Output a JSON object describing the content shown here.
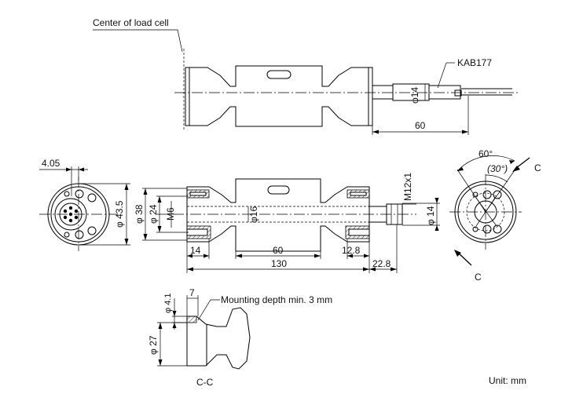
{
  "labels": {
    "center_of_load_cell": "Center of load cell",
    "cable": "KAB177",
    "cable_dia": "φ14",
    "cable_len": "60",
    "offset_4_05": "4.05",
    "dia_43_5": "φ 43.5",
    "dia_38": "φ 38",
    "dia_24": "φ 24",
    "m6": "M6",
    "dia_16": "φ16",
    "m12": "M12x1",
    "dia_14_side": "φ 14",
    "dim_14": "14",
    "dim_60_mid": "60",
    "dim_12_8": "12.8",
    "dim_130": "130",
    "dim_22_8": "22.8",
    "angle_60": "60°",
    "angle_30": "(30°)",
    "section_c_top": "C",
    "section_c_bottom": "C",
    "dim_7": "7",
    "dia_4_1": "φ 4.1",
    "mounting_depth": "Mounting depth min. 3 mm",
    "dia_27": "φ 27",
    "section_label": "C-C",
    "unit": "Unit: mm"
  }
}
